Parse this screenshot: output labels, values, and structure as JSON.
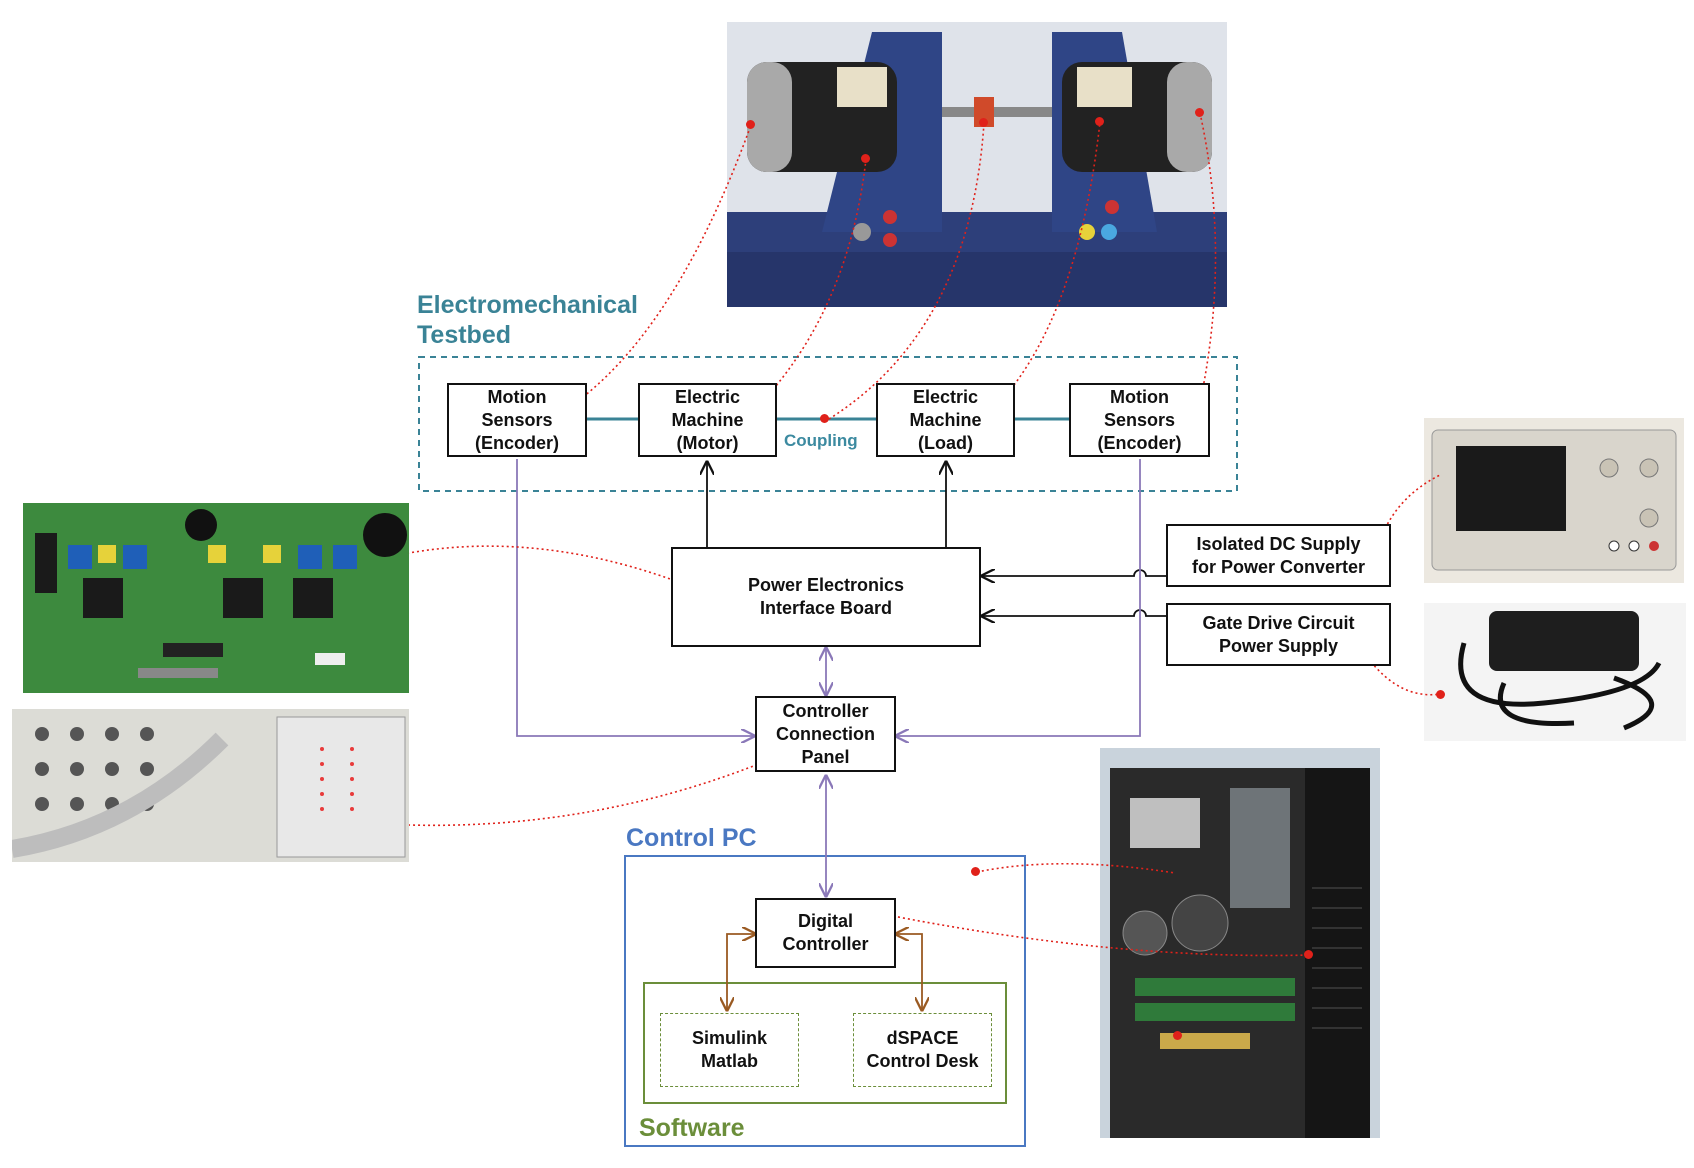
{
  "groups": {
    "testbed_title": "Electromechanical\nTestbed",
    "control_pc_title": "Control PC",
    "software_title": "Software"
  },
  "blocks": {
    "motion_sensors_left": "Motion\nSensors\n(Encoder)",
    "electric_machine_motor": "Electric\nMachine\n(Motor)",
    "electric_machine_load": "Electric\nMachine\n(Load)",
    "motion_sensors_right": "Motion\nSensors\n(Encoder)",
    "coupling_label": "Coupling",
    "power_board": "Power Electronics\nInterface Board",
    "isolated_dc": "Isolated DC Supply\nfor Power Converter",
    "gate_drive": "Gate Drive Circuit\nPower Supply",
    "controller_panel": "Controller\nConnection\nPanel",
    "digital_controller": "Digital\nController",
    "simulink": "Simulink\nMatlab",
    "dspace": "dSPACE\nControl Desk"
  },
  "colors": {
    "testbed": "#3a8396",
    "control_pc": "#4a78c2",
    "software": "#6b8e3a",
    "signal": "#8a78b8",
    "bidirectional": "#9a5a22",
    "callout": "#e0211a",
    "shaft": "#3a8396"
  }
}
